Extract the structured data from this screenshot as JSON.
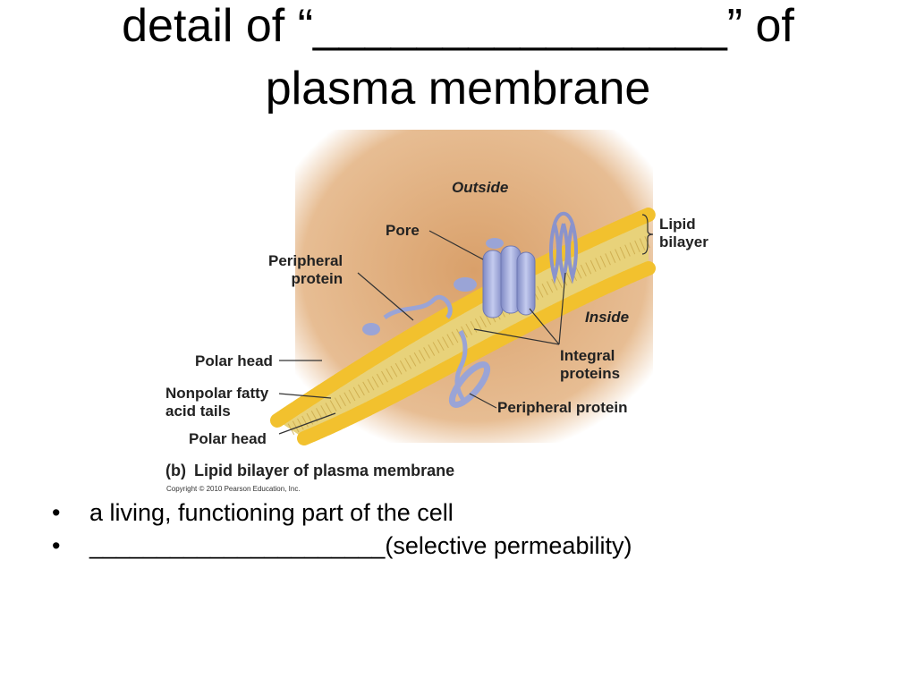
{
  "slide": {
    "title_line1": "detail of “________________” of",
    "title_line2": "plasma membrane"
  },
  "figure": {
    "labels": {
      "outside": "Outside",
      "inside": "Inside",
      "pore": "Pore",
      "lipid_bilayer": "Lipid\nbilayer",
      "peripheral_protein_top": "Peripheral\nprotein",
      "polar_head_top": "Polar head",
      "nonpolar_tails": "Nonpolar fatty\nacid tails",
      "polar_head_bottom": "Polar head",
      "integral_proteins": "Integral\nproteins",
      "peripheral_protein_bottom": "Peripheral protein"
    },
    "caption_b": "(b)",
    "caption_text": "Lipid bilayer of plasma membrane",
    "copyright": "Copyright © 2010 Pearson Education, Inc.",
    "colors": {
      "background": "#d9a06a",
      "lipid_head": "#f2c12e",
      "lipid_tail": "#e8d27a",
      "protein": "#9aa4d6"
    }
  },
  "bullets": [
    "a living, functioning part of the cell",
    "______________________(selective permeability)"
  ],
  "bullet_symbol": "•"
}
